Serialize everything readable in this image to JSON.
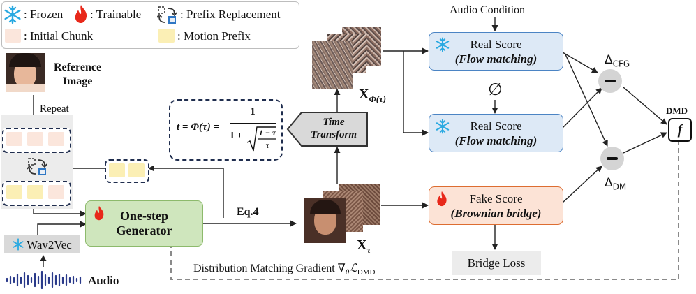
{
  "legend": {
    "frozen": "Frozen",
    "trainable": "Trainable",
    "prefix_replacement": "Prefix Replacement",
    "initial_chunk": "Initial Chunk",
    "motion_prefix": "Motion Prefix",
    "separator": ":"
  },
  "inputs": {
    "reference_image": "Reference Image",
    "reference_line1": "Reference",
    "reference_line2": "Image",
    "repeat": "Repeat",
    "wav2vec": "Wav2Vec",
    "audio": "Audio"
  },
  "generator": {
    "line1": "One-step",
    "line2": "Generator",
    "eq_label": "Eq.4"
  },
  "time_transform": {
    "line1": "Time",
    "line2": "Transform",
    "formula_lhs": "t = Φ(τ) =",
    "formula_num": "1",
    "formula_den_one": "1 +",
    "formula_inner_num": "1 − τ",
    "formula_inner_den": "τ"
  },
  "latents": {
    "x_phi_tau": "X",
    "x_phi_tau_sub": "Φ(τ)",
    "x_tau": "X",
    "x_tau_sub": "τ"
  },
  "scores": {
    "audio_condition": "Audio Condition",
    "empty_set": "∅",
    "real_title": "Real Score",
    "real_subtitle": "(Flow matching)",
    "fake_title": "Fake Score",
    "fake_subtitle": "(Brownian bridge)",
    "bridge_loss": "Bridge Loss"
  },
  "outputs": {
    "delta_cfg": "Δ",
    "delta_cfg_sub": "CFG",
    "delta_dm": "Δ",
    "delta_dm_sub": "DM",
    "dmd_label": "DMD",
    "dmd_symbol": "f",
    "gradient_label": "Distribution Matching Gradient ∇",
    "gradient_theta": "θ",
    "gradient_loss": "ℒ",
    "gradient_loss_sub": "DMD"
  },
  "colors": {
    "real_fill": "#dde9f6",
    "real_border": "#4b84c4",
    "fake_fill": "#fce3d6",
    "fake_border": "#dd6d31",
    "generator_fill": "#cfe6bd",
    "generator_border": "#8dba6c",
    "snowflake": "#29a9e1",
    "flame": "#e8281a",
    "initial_chunk": "#fbe6dc",
    "motion_prefix": "#fbefb5",
    "dashed_border": "#1f2d4e"
  },
  "icons": [
    "snowflake-icon",
    "flame-icon",
    "prefix-replacement-icon",
    "audio-waveform-icon",
    "function-f-icon"
  ]
}
